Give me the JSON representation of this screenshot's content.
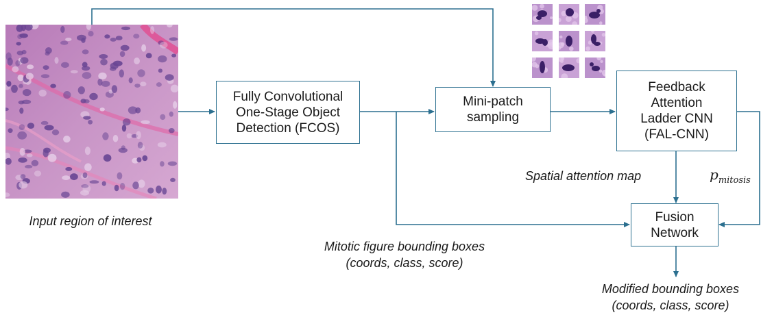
{
  "input": {
    "caption": "Input region of interest"
  },
  "fcos": {
    "lines": [
      "Fully Convolutional",
      "One-Stage Object",
      "Detection (FCOS)"
    ]
  },
  "minipatch": {
    "lines": [
      "Mini-patch",
      "sampling"
    ]
  },
  "falcnn": {
    "lines": [
      "Feedback",
      "Attention",
      "Ladder CNN",
      "(FAL-CNN)"
    ]
  },
  "fusion": {
    "lines": [
      "Fusion",
      "Network"
    ]
  },
  "labels": {
    "spatial_attention": "Spatial attention map",
    "p_symbol": "p",
    "p_subscript": "mitosis",
    "mitotic_line1": "Mitotic figure bounding boxes",
    "mitotic_line2": "(coords, class, score)",
    "modified_line1": "Modified bounding boxes",
    "modified_line2": "(coords, class, score)"
  },
  "colors": {
    "arrow": "#2b6f8f",
    "tissue_base": "#c98fc8",
    "nucleus": "#4a2a7a"
  },
  "icons": {
    "tissue": "he-stained-tissue-image",
    "patches": "mitosis-patch-grid"
  }
}
